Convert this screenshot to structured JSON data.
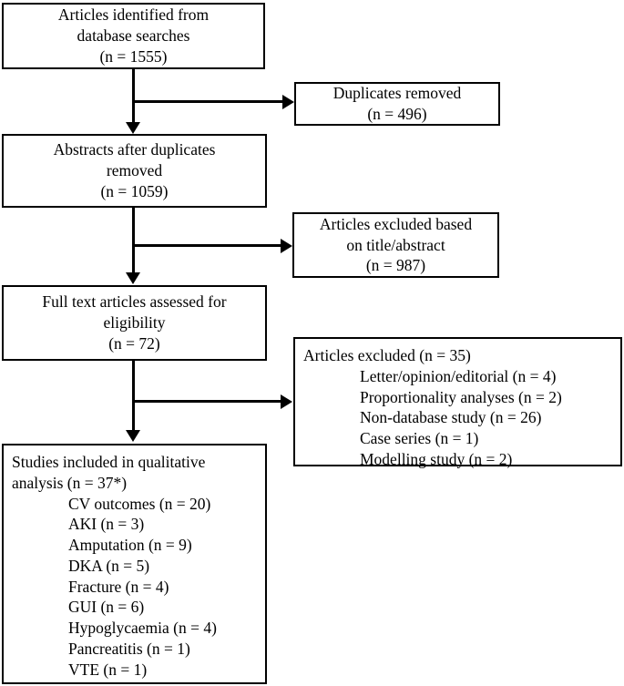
{
  "diagram": {
    "type": "prisma-flow-diagram",
    "title": "",
    "colors": {
      "stroke": "#000000",
      "background": "#ffffff",
      "text": "#000000"
    },
    "nodes": {
      "identified": {
        "id": "articles-identified",
        "lines": [
          "Articles identified from",
          "database searches",
          "(n = 1555)"
        ],
        "count": 1555
      },
      "duplicates_removed": {
        "id": "duplicates-removed",
        "lines": [
          "Duplicates removed",
          "(n = 496)"
        ],
        "count": 496
      },
      "abstracts_after_duplicates": {
        "id": "abstracts-after-duplicates-removed",
        "lines": [
          "Abstracts after duplicates",
          "removed",
          "(n = 1059)"
        ],
        "count": 1059
      },
      "excluded_title_abstract": {
        "id": "articles-excluded-title-abstract",
        "lines": [
          "Articles excluded based",
          "on title/abstract",
          "(n = 987)"
        ],
        "count": 987
      },
      "full_text_assessed": {
        "id": "full-text-articles-assessed",
        "lines": [
          "Full text articles assessed for",
          "eligibility",
          "(n = 72)"
        ],
        "count": 72
      },
      "excluded_full_text": {
        "id": "articles-excluded-full-text",
        "header": "Articles excluded (n = 35)",
        "count": 35,
        "reasons": [
          {
            "label": "Letter/opinion/editorial",
            "text": "Letter/opinion/editorial (n = 4)",
            "n": 4
          },
          {
            "label": "Proportionality analyses",
            "text": "Proportionality analyses (n = 2)",
            "n": 2
          },
          {
            "label": "Non-database study",
            "text": "Non-database study (n = 26)",
            "n": 26
          },
          {
            "label": "Case series",
            "text": "Case series (n = 1)",
            "n": 1
          },
          {
            "label": "Modelling study",
            "text": "Modelling study (n = 2)",
            "n": 2
          }
        ]
      },
      "included_qualitative": {
        "id": "studies-included-qualitative-analysis",
        "header_lines": [
          "Studies included in qualitative",
          "analysis (n = 37*)"
        ],
        "count": 37,
        "count_note": "37*",
        "outcomes": [
          {
            "label": "CV outcomes",
            "text": "CV outcomes (n = 20)",
            "n": 20
          },
          {
            "label": "AKI",
            "text": "AKI (n = 3)",
            "n": 3
          },
          {
            "label": "Amputation",
            "text": "Amputation (n = 9)",
            "n": 9
          },
          {
            "label": "DKA",
            "text": "DKA (n = 5)",
            "n": 5
          },
          {
            "label": "Fracture",
            "text": "Fracture (n = 4)",
            "n": 4
          },
          {
            "label": "GUI",
            "text": "GUI (n = 6)",
            "n": 6
          },
          {
            "label": "Hypoglycaemia",
            "text": "Hypoglycaemia (n = 4)",
            "n": 4
          },
          {
            "label": "Pancreatitis",
            "text": "Pancreatitis (n = 1)",
            "n": 1
          },
          {
            "label": "VTE",
            "text": "VTE (n = 1)",
            "n": 1
          }
        ]
      }
    }
  }
}
